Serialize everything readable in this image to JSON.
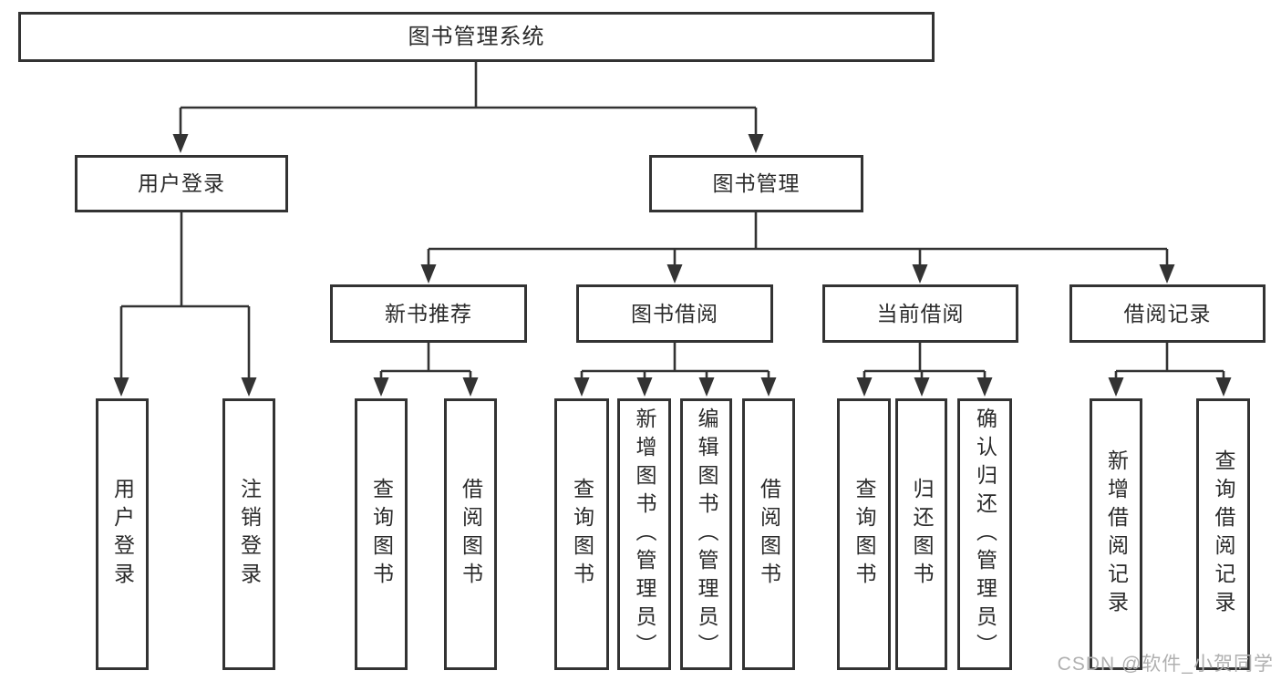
{
  "tree": {
    "label": "图书管理系统",
    "children": [
      {
        "label": "用户登录",
        "children": [
          {
            "label": "用户登录"
          },
          {
            "label": "注销登录"
          }
        ]
      },
      {
        "label": "图书管理",
        "children": [
          {
            "label": "新书推荐",
            "children": [
              {
                "label": "查询图书"
              },
              {
                "label": "借阅图书"
              }
            ]
          },
          {
            "label": "图书借阅",
            "children": [
              {
                "label": "查询图书"
              },
              {
                "label": "新增图书（管理员）"
              },
              {
                "label": "编辑图书（管理员）"
              },
              {
                "label": "借阅图书"
              }
            ]
          },
          {
            "label": "当前借阅",
            "children": [
              {
                "label": "查询图书"
              },
              {
                "label": "归还图书"
              },
              {
                "label": "确认归还（管理员）"
              }
            ]
          },
          {
            "label": "借阅记录",
            "children": [
              {
                "label": "新增借阅记录"
              },
              {
                "label": "查询借阅记录"
              }
            ]
          }
        ]
      }
    ]
  },
  "watermark": "CSDN @软件_小贺同学",
  "colors": {
    "line": "#333333",
    "box_border": "#333333",
    "text": "#2b2b2b",
    "watermark": "#b0b0b0",
    "background": "#ffffff"
  }
}
